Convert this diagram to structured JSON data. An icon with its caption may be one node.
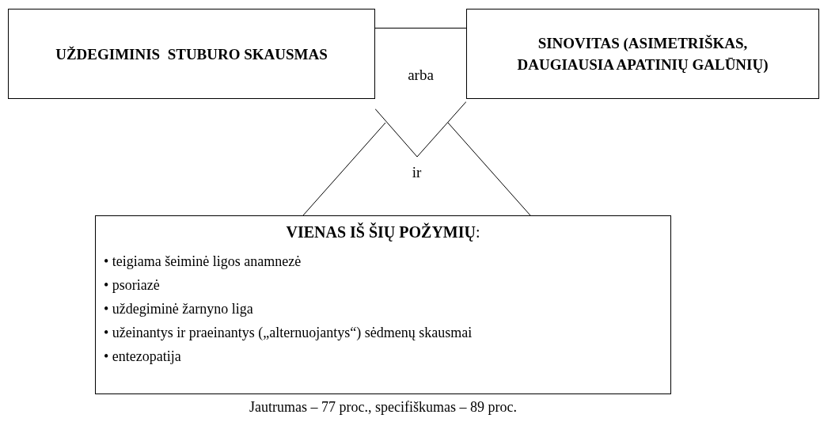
{
  "diagram": {
    "caption": "Jautrumas – 77 proc., specifiškumas – 89 proc.",
    "nodes": [
      {
        "text": [
          "UŽDEGIMINIS  STUBURO SKAUSMAS"
        ]
      },
      {
        "text": [
          "SINOVITAS (ASIMETRIŠKAS, DAUGIAUSIA APATINIŲ GALŪNIŲ)"
        ]
      },
      {
        "text": [
          "arba"
        ]
      },
      {
        "text": [
          "ir"
        ]
      },
      {
        "text": [
          "**VIENAS IŠ ŠIŲ POŽYMIŲ**:",
          "• teigiama šeiminė ligos anamnezė",
          "• psoriazė",
          "• uždegiminė žarnyno liga",
          "• užeinantys ir praeinantys („alternuojantys“) sėdmenų skausmai",
          "• entezopatija"
        ]
      }
    ]
  }
}
